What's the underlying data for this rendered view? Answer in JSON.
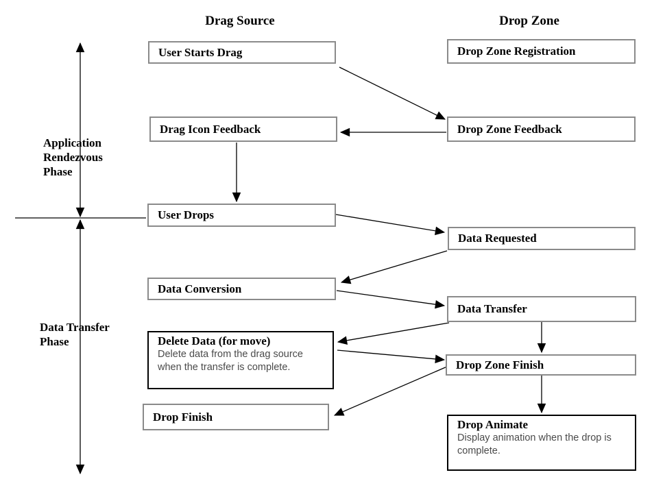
{
  "diagram": {
    "column_headers": {
      "drag_source": "Drag Source",
      "drop_zone": "Drop Zone"
    },
    "phase_labels": {
      "rendezvous": [
        "Application",
        "Rendezvous",
        "Phase"
      ],
      "data_transfer": [
        "Data Transfer",
        "Phase"
      ]
    },
    "nodes": {
      "user_starts_drag": {
        "title": "User Starts Drag"
      },
      "drag_icon_feedback": {
        "title": "Drag Icon Feedback"
      },
      "user_drops": {
        "title": "User Drops"
      },
      "data_conversion": {
        "title": "Data Conversion"
      },
      "delete_data": {
        "title": "Delete Data (for move)",
        "body": "Delete data from the drag source when the transfer is complete."
      },
      "drop_finish": {
        "title": "Drop Finish"
      },
      "drop_zone_registration": {
        "title": "Drop Zone Registration"
      },
      "drop_zone_feedback": {
        "title": "Drop Zone Feedback"
      },
      "data_requested": {
        "title": "Data Requested"
      },
      "data_transfer": {
        "title": "Data Transfer"
      },
      "drop_zone_finish": {
        "title": "Drop Zone Finish"
      },
      "drop_animate": {
        "title": "Drop Animate",
        "body": "Display animation when the drop is complete."
      }
    },
    "colors": {
      "background": "#ffffff",
      "arrow": "#000000",
      "box_border": "#8a8a8a",
      "emphasis_border": "#000000",
      "title_text": "#000000",
      "body_text": "#4a4a4a"
    }
  }
}
